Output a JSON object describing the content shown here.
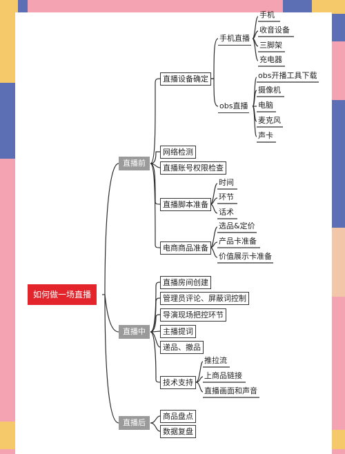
{
  "root": "如何做一场直播",
  "phases": {
    "before": {
      "label": "直播前",
      "items": {
        "equipment": {
          "label": "直播设备确定",
          "phone": {
            "label": "手机直播",
            "items": [
              "手机",
              "收音设备",
              "三脚架",
              "充电器"
            ]
          },
          "obs": {
            "label": "obs直播",
            "items": [
              "obs开播工具下载",
              "摄像机",
              "电脑",
              "麦克风",
              "声卡"
            ]
          }
        },
        "network": "网络检测",
        "account": "直播账号权限检查",
        "script": {
          "label": "直播脚本准备",
          "items": [
            "时间",
            "环节",
            "话术"
          ]
        },
        "goods": {
          "label": "电商商品准备",
          "items": [
            "选品&定价",
            "产品卡准备",
            "价值展示卡准备"
          ]
        }
      }
    },
    "during": {
      "label": "直播中",
      "items": {
        "room": "直播房间创建",
        "admin": "管理员评论、屏蔽词控制",
        "director": "导演现场把控环节",
        "prompt": "主播提词",
        "products": "递品、撤品",
        "tech": {
          "label": "技术支持",
          "items": [
            "推拉流",
            "上商品链接",
            "直播画面和声音"
          ]
        }
      }
    },
    "after": {
      "label": "直播后",
      "items": [
        "商品盘点",
        "数据复盘"
      ]
    }
  }
}
